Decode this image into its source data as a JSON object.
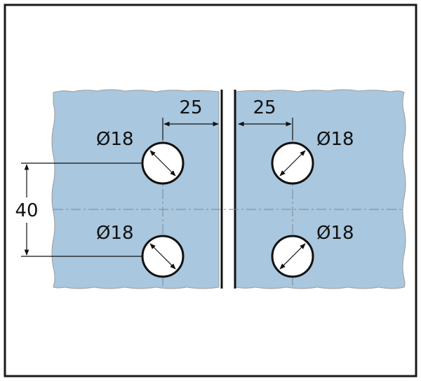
{
  "colors": {
    "glass_fill": "#a9c7de",
    "glass_edge": "#9b9b9b",
    "line": "#111111",
    "hole_fill": "#ffffff",
    "frame": "#1a1a1a",
    "center_line": "#7a8a96"
  },
  "dimensions": {
    "left_edge_offset": "25",
    "right_edge_offset": "25",
    "hole_spacing": "40",
    "hole_upper_left": "Ø18",
    "hole_upper_right": "Ø18",
    "hole_lower_left": "Ø18",
    "hole_lower_right": "Ø18"
  }
}
